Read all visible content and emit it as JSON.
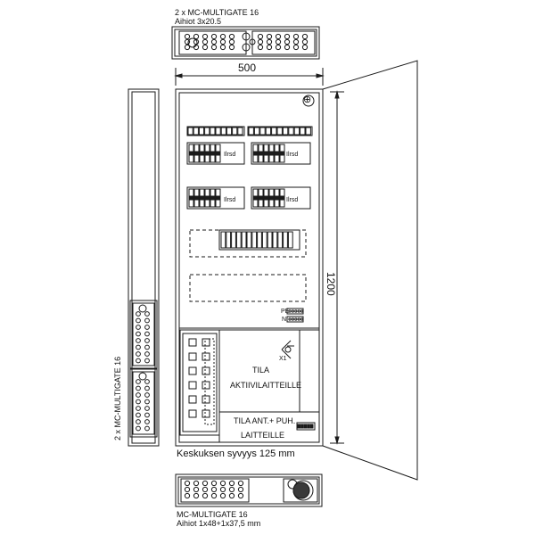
{
  "top_gland": {
    "title": "2 x MC-MULTIGATE 16",
    "subtitle": "Aihiot 3x20.5"
  },
  "dimensions": {
    "width": "500",
    "height": "1200"
  },
  "side_gland": {
    "title": "2 x MC-MULTIGATE 16"
  },
  "cabinet": {
    "earth_symbol": "⊕",
    "breaker_label_1": "Ilrsd",
    "breaker_label_2": "Ilrsd",
    "breaker_label_3": "Ilrsd",
    "breaker_label_4": "Ilrsd",
    "pe_label": "PE",
    "n_label": "N",
    "x1_label": "X1",
    "tila_title": "TILA",
    "tila_sub": "AKTIIVILAITTEILLE",
    "tila2_line1": "TILA ANT.+ PUH.",
    "tila2_line2": "LAITTEILLE"
  },
  "depth_note": "Keskuksen syvyys 125 mm",
  "bottom_gland": {
    "title": "MC-MULTIGATE 16",
    "subtitle": "Aihiot 1x48+1x37,5 mm"
  },
  "colors": {
    "line": "#1a1a1a",
    "background": "#ffffff"
  }
}
